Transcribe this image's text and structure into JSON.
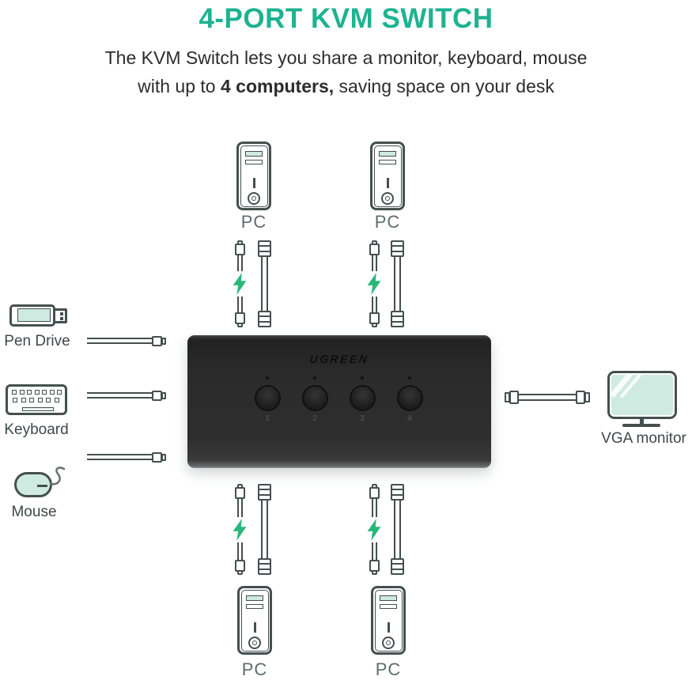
{
  "header": {
    "title": "4-PORT KVM SWITCH",
    "line1": "The KVM Switch lets you share a monitor, keyboard, mouse",
    "line2_pre": "with up to ",
    "line2_bold": "4 computers,",
    "line2_post": " saving space on your desk"
  },
  "kvm_switch": {
    "brand": "UGREEN",
    "ports": [
      "1",
      "2",
      "3",
      "4"
    ]
  },
  "labels": {
    "pc": "PC",
    "pen_drive": "Pen Drive",
    "keyboard": "Keyboard",
    "mouse": "Mouse",
    "monitor": "VGA monitor"
  },
  "icons": {
    "pc_tower": "pc-tower-icon",
    "pen_drive": "pen-drive-icon",
    "keyboard": "keyboard-icon",
    "mouse": "mouse-icon",
    "monitor": "monitor-icon",
    "lightning": "lightning-bolt-icon",
    "usb_power_cable": "usb-cable-icon",
    "vga_cable": "vga-cable-icon",
    "port_button": "port-button"
  },
  "colors": {
    "accent_teal": "#1db390",
    "bolt_green": "#2ab77c",
    "mint_fill": "#cfeae1",
    "icon_outline": "#454f4f",
    "switch_black": "#2b2b2b",
    "body_text": "#2c2c2c",
    "pc_label_gray": "#5f6c6c"
  }
}
